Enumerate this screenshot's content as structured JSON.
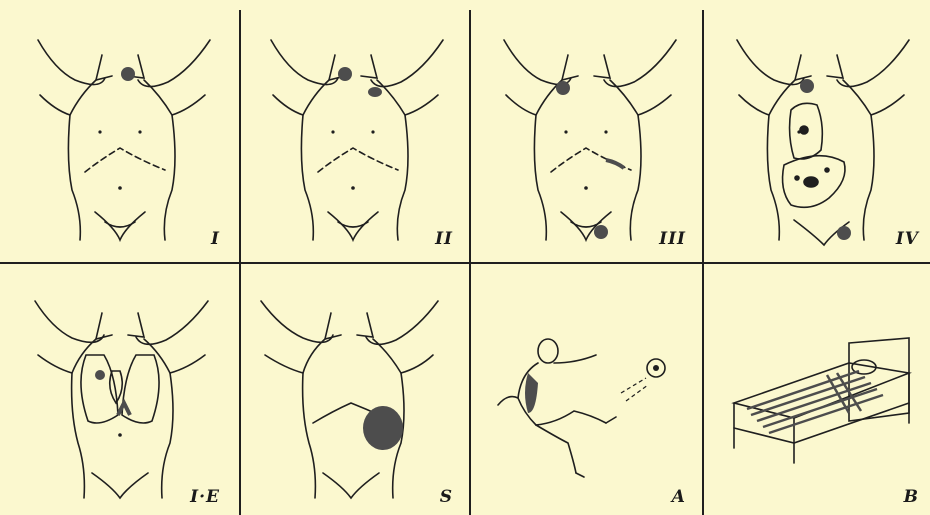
{
  "colors": {
    "background": "#fbf8cf",
    "ink": "#1f1f1f",
    "lesion": "#4d4d4d"
  },
  "panels": [
    {
      "label": "I"
    },
    {
      "label": "II"
    },
    {
      "label": "III"
    },
    {
      "label": "IV"
    },
    {
      "label": "I·E"
    },
    {
      "label": "S"
    },
    {
      "label": "A"
    },
    {
      "label": "B"
    }
  ]
}
